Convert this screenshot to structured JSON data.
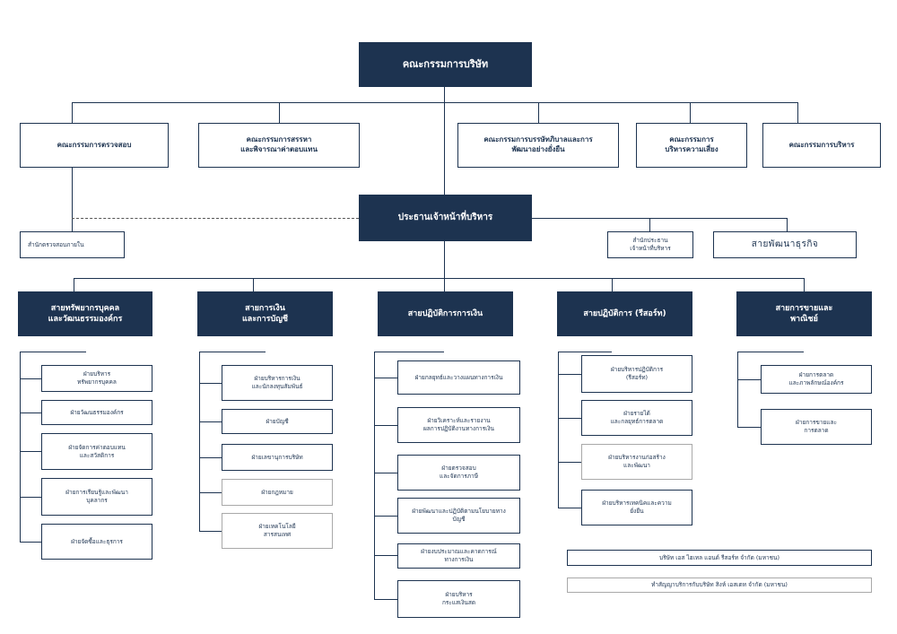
{
  "board": "คณะกรรมการบริษัท",
  "committees": {
    "audit": "คณะกรรมการตรวจสอบ",
    "nomination": "คณะกรรมการสรรหา\nและพิจารณาค่าตอบแทน",
    "governance": "คณะกรรมการบรรษัทภิบาลและการ\nพัฒนาอย่างยั่งยืน",
    "risk": "คณะกรรมการ\nบริหารความเสี่ยง",
    "executive": "คณะกรรมการบริหาร"
  },
  "ceo": "ประธานเจ้าหน้าที่บริหาร",
  "internal_audit": "สำนักตรวจสอบภายใน",
  "ceo_office": "สำนักประธาน\nเจ้าหน้าที่บริหาร",
  "biz_dev": "สายพัฒนาธุรกิจ",
  "divisions": {
    "hr": {
      "title": "สายทรัพยากรบุคคล\nและวัฒนธรรมองค์กร",
      "depts": [
        "ฝ่ายบริหาร\nทรัพยากรบุคคล",
        "ฝ่ายวัฒนธรรมองค์กร",
        "ฝ่ายจัดการค่าตอบแทน\nและสวัสดิการ",
        "ฝ่ายการเรียนรู้และพัฒนา\nบุคลากร",
        "ฝ่ายจัดซื้อและธุรการ"
      ]
    },
    "finance": {
      "title": "สายการเงิน\nและการบัญชี",
      "depts": [
        "ฝ่ายบริหารการเงิน\nและนักลงทุนสัมพันธ์",
        "ฝ่ายบัญชี",
        "ฝ่ายเลขานุการบริษัท",
        "ฝ่ายกฎหมาย",
        "ฝ่ายเทคโนโลยี\nสารสนเทศ"
      ]
    },
    "fin_ops": {
      "title": "สายปฏิบัติการการเงิน",
      "depts": [
        "ฝ่ายกลยุทธ์และวางแผนทางการเงิน",
        "ฝ่ายวิเคราะห์และรายงาน\nผลการปฏิบัติงานทางการเงิน",
        "ฝ่ายตรวจสอบ\nและจัดการภาษี",
        "ฝ่ายพัฒนาและปฏิบัติตามนโยบายทาง\nบัญชี",
        "ฝ่ายงบประมาณและคาดการณ์\nทางการเงิน",
        "ฝ่ายบริหาร\nกระแสเงินสด"
      ]
    },
    "resort_ops": {
      "title": "สายปฏิบัติการ (รีสอร์ท)",
      "depts": [
        "ฝ่ายบริหารปฏิบัติการ\n(รีสอร์ท)",
        "ฝ่ายรายได้\nและกลยุทธ์การตลาด",
        "ฝ่ายบริหารงานก่อสร้าง\nและพัฒนา",
        "ฝ่ายบริหารเทคนิคและความ\nยั่งยืน"
      ]
    },
    "sales": {
      "title": "สายการขายและ\nพาณิชย์",
      "depts": [
        "ฝ่ายการตลาด\nและภาพลักษณ์องค์กร",
        "ฝ่ายการขายและ\nการตลาด"
      ]
    }
  },
  "subsidiary": "บริษัท เอส ไฮเทล แอนด์ รีสอร์ท จำกัด (มหาชน)",
  "service_contract": "ทำสัญญาบริการกับบริษัท สิงห์ เอสเตท จำกัด (มหาชน)",
  "colors": {
    "navy": "#1d3350",
    "gray_border": "#a9a9a9"
  }
}
